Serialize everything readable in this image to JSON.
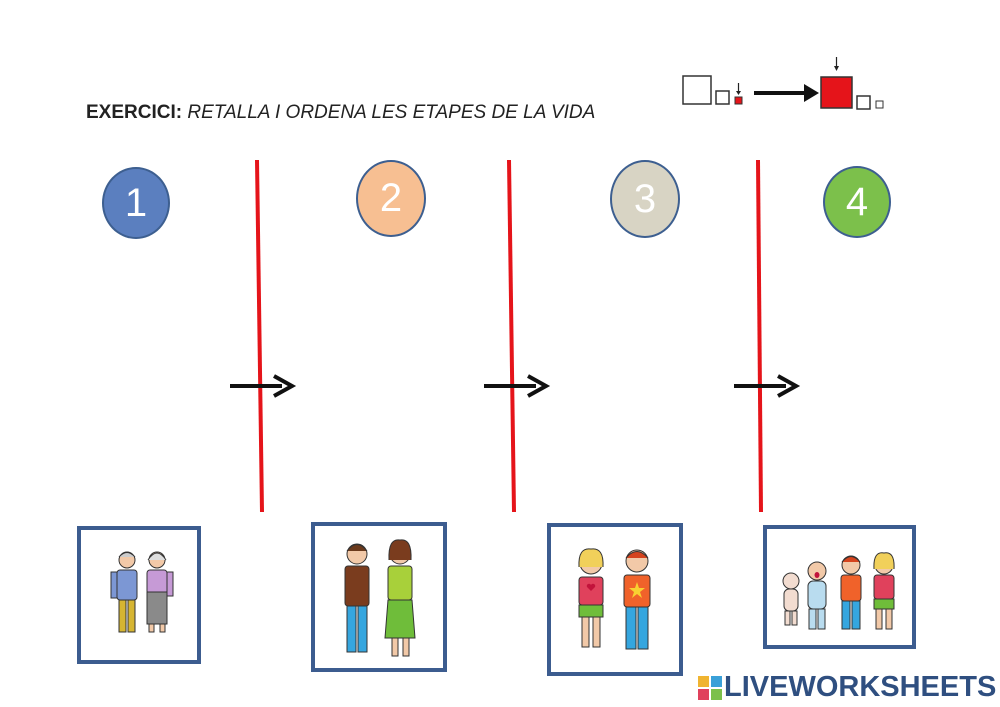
{
  "header": {
    "label": "EXERCICI:",
    "instruction": "RETALLA I ORDENA LES ETAPES DE LA VIDA"
  },
  "icons": {
    "order": "small-to-large-order-icon",
    "arrow": "right-arrow-icon"
  },
  "steps": [
    {
      "number": "1",
      "color": "#5b7fbf"
    },
    {
      "number": "2",
      "color": "#f7bf92"
    },
    {
      "number": "3",
      "color": "#d8d4c4"
    },
    {
      "number": "4",
      "color": "#7cc04b"
    }
  ],
  "colors": {
    "divider": "#e5141a",
    "card_border": "#3c5c8f",
    "brand": "#2f4f80"
  },
  "cards": [
    {
      "label": "elderly-couple"
    },
    {
      "label": "adult-couple"
    },
    {
      "label": "teenagers"
    },
    {
      "label": "children"
    }
  ],
  "brand": {
    "text": "LIVEWORKSHEETS"
  }
}
